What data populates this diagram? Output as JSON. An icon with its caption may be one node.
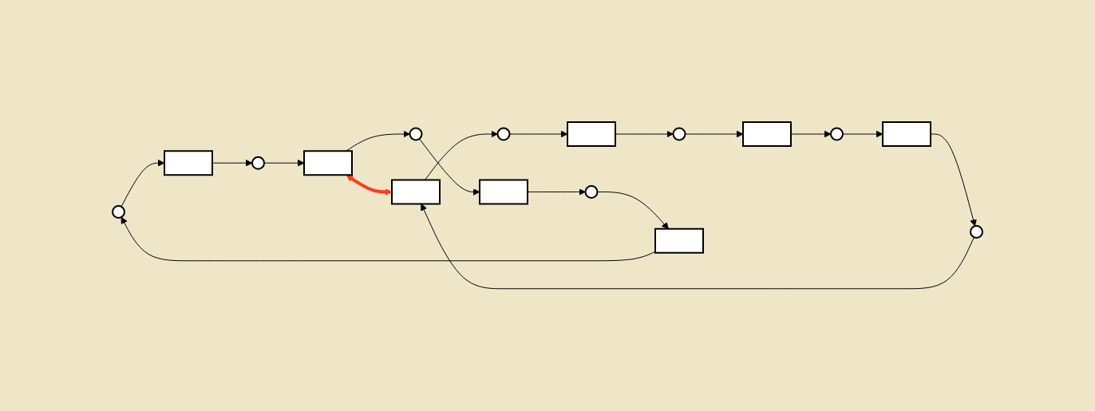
{
  "diagram": {
    "nodes": [
      {
        "text": [],
        "shape": "circle"
      },
      {
        "text": [],
        "shape": "box"
      },
      {
        "text": [],
        "shape": "circle"
      },
      {
        "text": [],
        "shape": "circle"
      },
      {
        "text": [],
        "shape": "box"
      },
      {
        "text": [],
        "shape": "circle"
      },
      {
        "text": [],
        "shape": "box"
      },
      {
        "text": [],
        "shape": "box"
      },
      {
        "text": [],
        "shape": "box"
      },
      {
        "text": [],
        "shape": "box"
      },
      {
        "text": [],
        "shape": "circle"
      },
      {
        "text": [],
        "shape": "box"
      },
      {
        "text": [],
        "shape": "circle"
      },
      {
        "text": [],
        "shape": "circle"
      },
      {
        "text": [],
        "shape": "box"
      },
      {
        "text": [],
        "shape": "circle"
      }
    ],
    "edges": [
      {
        "from": 0,
        "to": 1,
        "arrow": "to"
      },
      {
        "from": 1,
        "to": 2,
        "arrow": "to"
      },
      {
        "from": 2,
        "to": 7,
        "arrow": "to"
      },
      {
        "from": 7,
        "to": 12,
        "arrow": "to"
      },
      {
        "from": 12,
        "to": 11,
        "arrow": "to"
      },
      {
        "from": 11,
        "to": 10,
        "arrow": "to"
      },
      {
        "from": 10,
        "to": 6,
        "arrow": "to"
      },
      {
        "from": 6,
        "to": 0,
        "arrow": "to"
      },
      {
        "from": 3,
        "to": 4,
        "arrow": "to"
      },
      {
        "from": 4,
        "to": 5,
        "arrow": "to"
      },
      {
        "from": 5,
        "to": 9,
        "arrow": "to"
      },
      {
        "from": 9,
        "to": 15,
        "arrow": "to"
      },
      {
        "from": 15,
        "to": 14,
        "arrow": "to"
      },
      {
        "from": 14,
        "to": 13,
        "arrow": "to"
      },
      {
        "from": 13,
        "to": 8,
        "arrow": "to"
      },
      {
        "from": 8,
        "to": 3,
        "arrow": "to"
      },
      {
        "from": 7,
        "to": 8,
        "arrow": "both",
        "style": "thick",
        "color": "#ff3b1f"
      }
    ]
  }
}
